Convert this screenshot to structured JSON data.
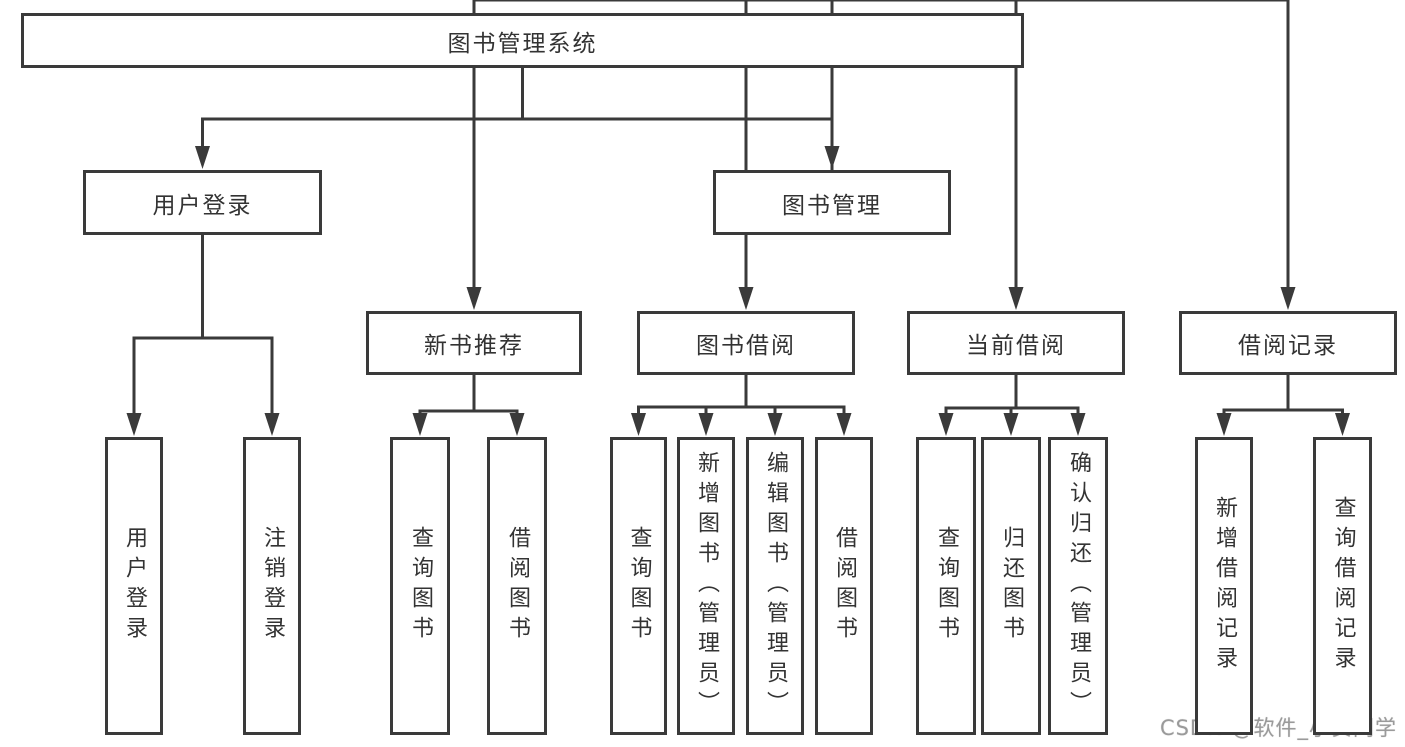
{
  "diagram": {
    "type": "tree",
    "title": "图书管理系统",
    "line_color": "#3a3a3a",
    "box_border_color": "#3a3a3a",
    "text_color": "#333333",
    "nodes": [
      {
        "id": "root",
        "label": "图书管理系统",
        "parent": null,
        "orientation": "horizontal"
      },
      {
        "id": "user-login",
        "label": "用户登录",
        "parent": "root",
        "orientation": "horizontal"
      },
      {
        "id": "book-mgmt",
        "label": "图书管理",
        "parent": "root",
        "orientation": "horizontal"
      },
      {
        "id": "leaf-user-login",
        "label": "用户登录",
        "parent": "user-login",
        "orientation": "vertical"
      },
      {
        "id": "leaf-logout",
        "label": "注销登录",
        "parent": "user-login",
        "orientation": "vertical"
      },
      {
        "id": "new-book-rec",
        "label": "新书推荐",
        "parent": "book-mgmt",
        "orientation": "horizontal"
      },
      {
        "id": "book-borrow",
        "label": "图书借阅",
        "parent": "book-mgmt",
        "orientation": "horizontal"
      },
      {
        "id": "current-borrow",
        "label": "当前借阅",
        "parent": "book-mgmt",
        "orientation": "horizontal"
      },
      {
        "id": "borrow-records",
        "label": "借阅记录",
        "parent": "book-mgmt",
        "orientation": "horizontal"
      },
      {
        "id": "nbr-query",
        "label": "查询图书",
        "parent": "new-book-rec",
        "orientation": "vertical"
      },
      {
        "id": "nbr-borrow",
        "label": "借阅图书",
        "parent": "new-book-rec",
        "orientation": "vertical"
      },
      {
        "id": "bb-query",
        "label": "查询图书",
        "parent": "book-borrow",
        "orientation": "vertical"
      },
      {
        "id": "bb-add",
        "label": "新增图书（管理员）",
        "parent": "book-borrow",
        "orientation": "vertical"
      },
      {
        "id": "bb-edit",
        "label": "编辑图书（管理员）",
        "parent": "book-borrow",
        "orientation": "vertical"
      },
      {
        "id": "bb-borrow",
        "label": "借阅图书",
        "parent": "book-borrow",
        "orientation": "vertical"
      },
      {
        "id": "cb-query",
        "label": "查询图书",
        "parent": "current-borrow",
        "orientation": "vertical"
      },
      {
        "id": "cb-return",
        "label": "归还图书",
        "parent": "current-borrow",
        "orientation": "vertical"
      },
      {
        "id": "cb-confirm",
        "label": "确认归还（管理员）",
        "parent": "current-borrow",
        "orientation": "vertical"
      },
      {
        "id": "br-add",
        "label": "新增借阅记录",
        "parent": "borrow-records",
        "orientation": "vertical"
      },
      {
        "id": "br-query",
        "label": "查询借阅记录",
        "parent": "borrow-records",
        "orientation": "vertical"
      }
    ]
  },
  "watermark": {
    "text": "CSDN @软件_小贺同学",
    "color": "#9a9a9a"
  }
}
